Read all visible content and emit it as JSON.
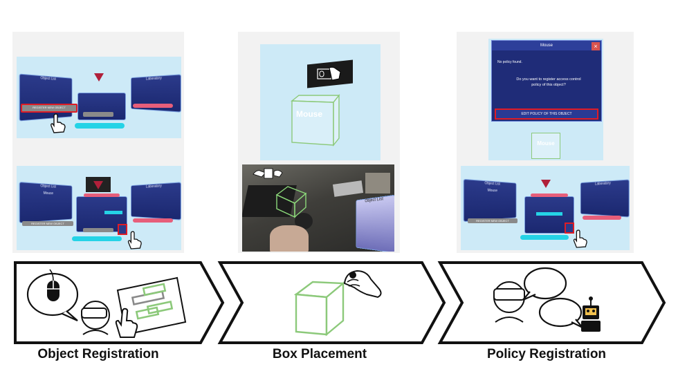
{
  "steps": [
    {
      "caption": "Object Registration"
    },
    {
      "caption": "Box Placement"
    },
    {
      "caption": "Policy Registration"
    }
  ],
  "ui": {
    "object_list_title": "Object List",
    "laboratory_title": "Laboratory",
    "register_new_object": "REGISTER NEW OBJECT",
    "mouse_item": "Mouse",
    "no_policy_found": "No policy found.",
    "policy_question": "Do you want to register access control policy of this object?",
    "edit_policy_button": "EDIT POLICY OF THIS OBJECT",
    "dialog_title": "Mouse",
    "dialog_close": "×",
    "cube_label": "Mouse"
  },
  "colors": {
    "highlight": "#e01b24",
    "cube_outline": "#8cc97a",
    "vr_panel": "#1f2c78",
    "scene_bg": "#cdeaf7"
  },
  "icons": [
    "pointing-hand-icon",
    "mouse-icon",
    "headset-user-icon",
    "hand-grab-icon",
    "speech-bubble-icon",
    "robot-icon"
  ]
}
